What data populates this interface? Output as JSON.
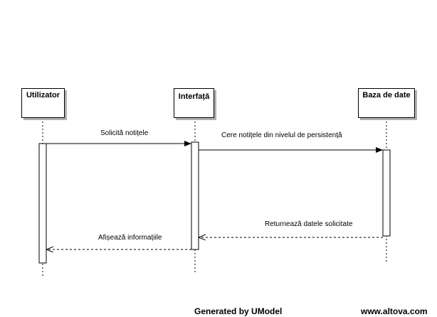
{
  "lifelines": [
    {
      "name": "Utilizator"
    },
    {
      "name": "Interfață"
    },
    {
      "name": "Baza de date"
    }
  ],
  "messages": [
    {
      "label": "Solicită notițele",
      "type": "sync",
      "from": "Utilizator",
      "to": "Interfață"
    },
    {
      "label": "Cere notițele din nivelul de persistență",
      "type": "sync",
      "from": "Interfață",
      "to": "Baza de date"
    },
    {
      "label": "Returnează datele solicitate",
      "type": "return",
      "from": "Baza de date",
      "to": "Interfață"
    },
    {
      "label": "Afișează informațiile",
      "type": "return",
      "from": "Interfață",
      "to": "Utilizator"
    }
  ],
  "footer": {
    "generator": "Generated by UModel",
    "url": "www.altova.com"
  }
}
